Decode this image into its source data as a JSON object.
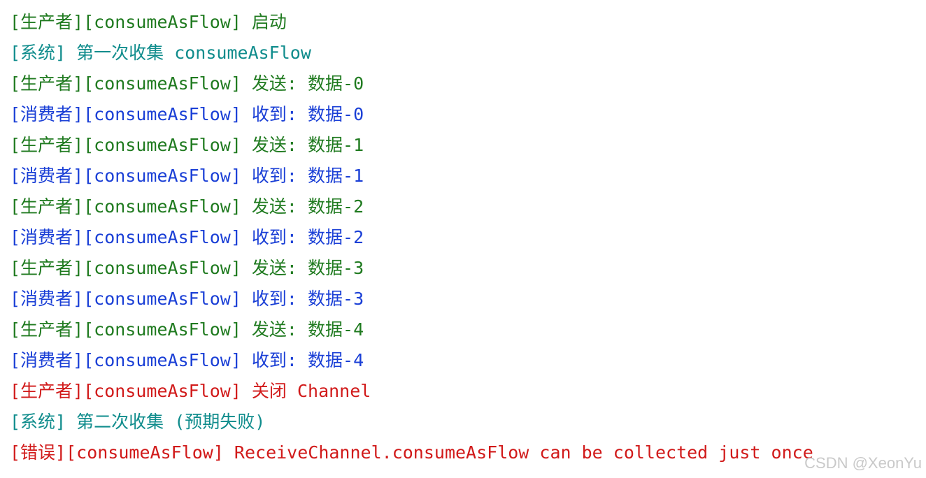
{
  "colors": {
    "producer": "#1f7a1f",
    "consumer": "#1a3fd6",
    "system": "#0f8c8c",
    "error": "#d11a1a",
    "background": "#ffffff"
  },
  "console": {
    "lines": [
      {
        "text": "[生产者][consumeAsFlow] 启动",
        "type": "producer"
      },
      {
        "text": "[系统] 第一次收集 consumeAsFlow",
        "type": "system"
      },
      {
        "text": "[生产者][consumeAsFlow] 发送: 数据-0",
        "type": "producer"
      },
      {
        "text": "[消费者][consumeAsFlow] 收到: 数据-0",
        "type": "consumer"
      },
      {
        "text": "[生产者][consumeAsFlow] 发送: 数据-1",
        "type": "producer"
      },
      {
        "text": "[消费者][consumeAsFlow] 收到: 数据-1",
        "type": "consumer"
      },
      {
        "text": "[生产者][consumeAsFlow] 发送: 数据-2",
        "type": "producer"
      },
      {
        "text": "[消费者][consumeAsFlow] 收到: 数据-2",
        "type": "consumer"
      },
      {
        "text": "[生产者][consumeAsFlow] 发送: 数据-3",
        "type": "producer"
      },
      {
        "text": "[消费者][consumeAsFlow] 收到: 数据-3",
        "type": "consumer"
      },
      {
        "text": "[生产者][consumeAsFlow] 发送: 数据-4",
        "type": "producer"
      },
      {
        "text": "[消费者][consumeAsFlow] 收到: 数据-4",
        "type": "consumer"
      },
      {
        "text": "[生产者][consumeAsFlow] 关闭 Channel",
        "type": "error"
      },
      {
        "text": "[系统] 第二次收集 (预期失败)",
        "type": "system"
      },
      {
        "text": "[错误][consumeAsFlow] ReceiveChannel.consumeAsFlow can be collected just once",
        "type": "error"
      }
    ]
  },
  "watermark": "CSDN @XeonYu"
}
